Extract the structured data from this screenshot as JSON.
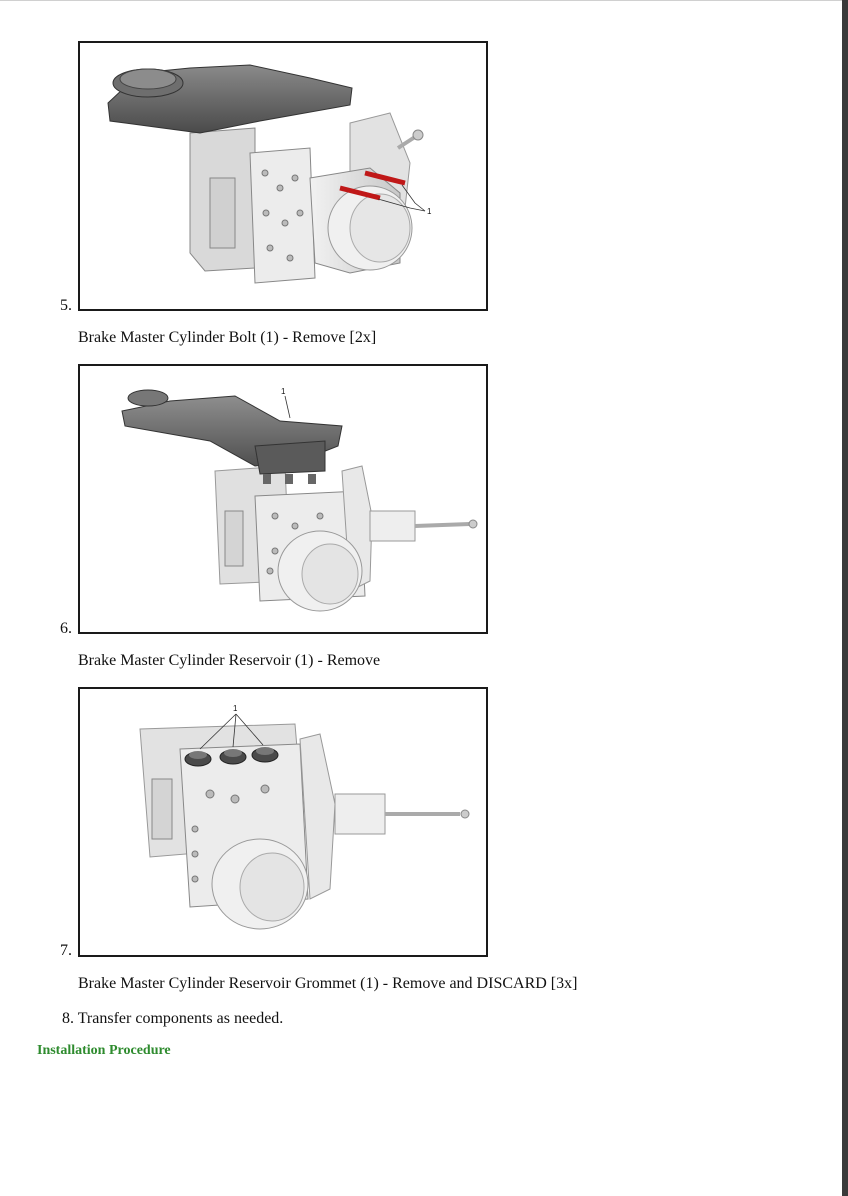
{
  "steps": [
    {
      "number": "5.",
      "caption": "Brake Master Cylinder Bolt (1) - Remove [2x]",
      "callout": "1"
    },
    {
      "number": "6.",
      "caption": "Brake Master Cylinder Reservoir (1) - Remove",
      "callout": "1"
    },
    {
      "number": "7.",
      "caption": "Brake Master Cylinder Reservoir Grommet (1) - Remove and DISCARD [3x]",
      "callout": "1"
    }
  ],
  "step8": "8. Transfer components as needed.",
  "installation_heading": "Installation Procedure"
}
